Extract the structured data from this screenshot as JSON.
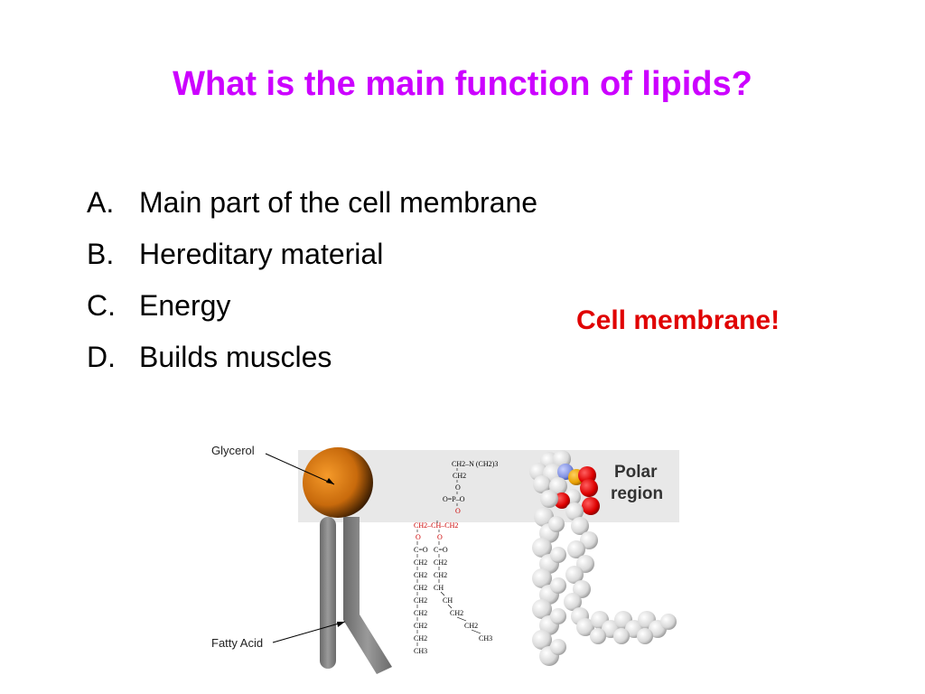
{
  "title": "What is the main function of lipids?",
  "options": [
    {
      "letter": "A.",
      "text": "Main part of the cell membrane"
    },
    {
      "letter": "B.",
      "text": "Hereditary material"
    },
    {
      "letter": "C.",
      "text": "Energy"
    },
    {
      "letter": "D.",
      "text": "Builds muscles"
    }
  ],
  "answer": "Cell membrane!",
  "diagram": {
    "glycerol_label": "Glycerol",
    "fatty_acid_label": "Fatty Acid",
    "polar_label_line1": "Polar",
    "polar_label_line2": "region",
    "formula": {
      "head": [
        "CH2–N (CH2)3",
        "CH2",
        "O",
        "O=P–O",
        "O"
      ],
      "backbone": "CH2–CH–CH2",
      "ester_o": [
        "O",
        "O"
      ],
      "carbonyl": [
        "C=O",
        "C=O"
      ],
      "left_chain": [
        "CH2",
        "CH2",
        "CH2",
        "CH2",
        "CH2",
        "CH2",
        "CH2",
        "CH3"
      ],
      "right_chain": [
        "CH2",
        "CH2",
        "CH",
        "CH",
        "CH2",
        "CH2",
        "CH3"
      ]
    },
    "colors": {
      "glycerol": "#e07a10",
      "tail": "#7a7a7a",
      "polar_band": "#e6e6e6",
      "phosphate": "#e8a000",
      "oxygen": "#dd0000"
    }
  }
}
